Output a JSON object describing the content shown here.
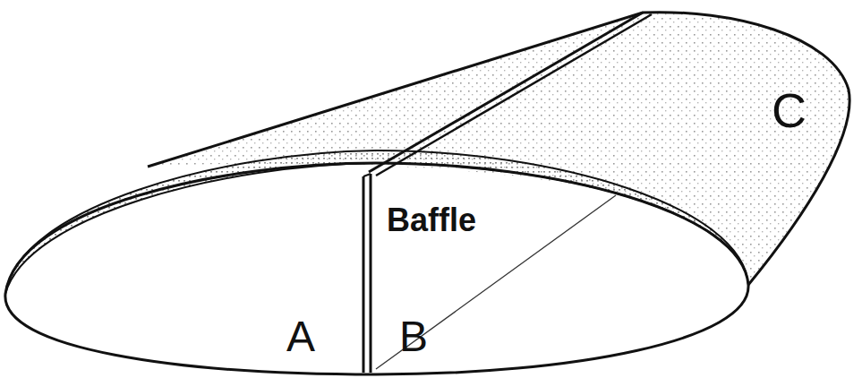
{
  "diagram": {
    "labels": [
      "Baffle",
      "A",
      "B",
      "C"
    ]
  }
}
